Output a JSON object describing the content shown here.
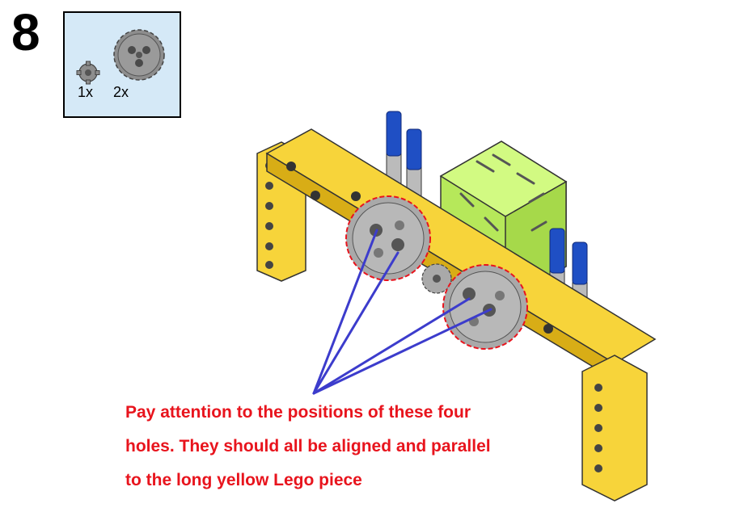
{
  "step": {
    "number": "8"
  },
  "parts": [
    {
      "name": "small gear",
      "quantity": "1x"
    },
    {
      "name": "large gear",
      "quantity": "2x"
    }
  ],
  "note": {
    "lines": [
      "Pay attention to the positions of these four",
      "holes. They should all be aligned and parallel",
      "to the long yellow Lego piece"
    ]
  },
  "colors": {
    "parts_box_bg": "#d5e9f7",
    "beam_yellow": "#f7d43a",
    "beam_shadow": "#d8ad16",
    "gear_gray": "#a9a9a9",
    "gear_outline_red": "#e8141d",
    "pin_blue": "#1f4fc4",
    "block_green": "#c4f56a",
    "pointer_blue": "#3c3ccc",
    "note_red": "#e8141d"
  }
}
